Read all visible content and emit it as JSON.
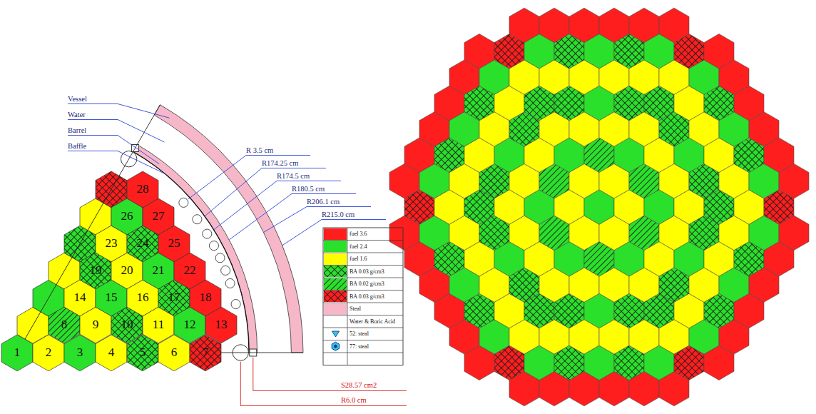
{
  "diagram": {
    "nodes": [
      {
        "text": [
          "1"
        ]
      },
      {
        "text": [
          "2"
        ]
      },
      {
        "text": [
          "3"
        ]
      },
      {
        "text": [
          "4"
        ]
      },
      {
        "text": [
          "5"
        ]
      },
      {
        "text": [
          "6"
        ]
      },
      {
        "text": [
          "7"
        ]
      },
      {
        "text": [
          "8"
        ]
      },
      {
        "text": [
          "9"
        ]
      },
      {
        "text": [
          "10"
        ]
      },
      {
        "text": [
          "11"
        ]
      },
      {
        "text": [
          "12"
        ]
      },
      {
        "text": [
          "13"
        ]
      },
      {
        "text": [
          "14"
        ]
      },
      {
        "text": [
          "15"
        ]
      },
      {
        "text": [
          "16"
        ]
      },
      {
        "text": [
          "17"
        ]
      },
      {
        "text": [
          "18"
        ]
      },
      {
        "text": [
          "19"
        ]
      },
      {
        "text": [
          "20"
        ]
      },
      {
        "text": [
          "21"
        ]
      },
      {
        "text": [
          "22"
        ]
      },
      {
        "text": [
          "23"
        ]
      },
      {
        "text": [
          "24"
        ]
      },
      {
        "text": [
          "25"
        ]
      },
      {
        "text": [
          "26"
        ]
      },
      {
        "text": [
          "27"
        ]
      },
      {
        "text": [
          "28"
        ]
      }
    ],
    "labels": [
      "Vessel",
      "Water",
      "Barrel",
      "Baffle",
      "R 3.5 cm",
      "R174.25 cm",
      "R174.5 cm",
      "R180.5 cm",
      "R206.1 cm",
      "R215.0 cm",
      "S28.57 cm2",
      "R6.0 cm"
    ],
    "legend": [
      {
        "text": "fuel 3.6",
        "color": "#ff1e1e"
      },
      {
        "text": "fuel 2.4",
        "color": "#2ae02a"
      },
      {
        "text": "fuel 1.6",
        "color": "#ffff00"
      },
      {
        "text": "BA 0.03 g/cm3"
      },
      {
        "text": "BA 0.02 g/cm3"
      },
      {
        "text": "BA 0.03 g/cm3"
      },
      {
        "text": "Steal",
        "color": "#f6b8c8"
      },
      {
        "text": "Water & Boric Acid",
        "color": "#ffffff"
      },
      {
        "text": "52: steal"
      },
      {
        "text": "77: steal"
      }
    ]
  }
}
